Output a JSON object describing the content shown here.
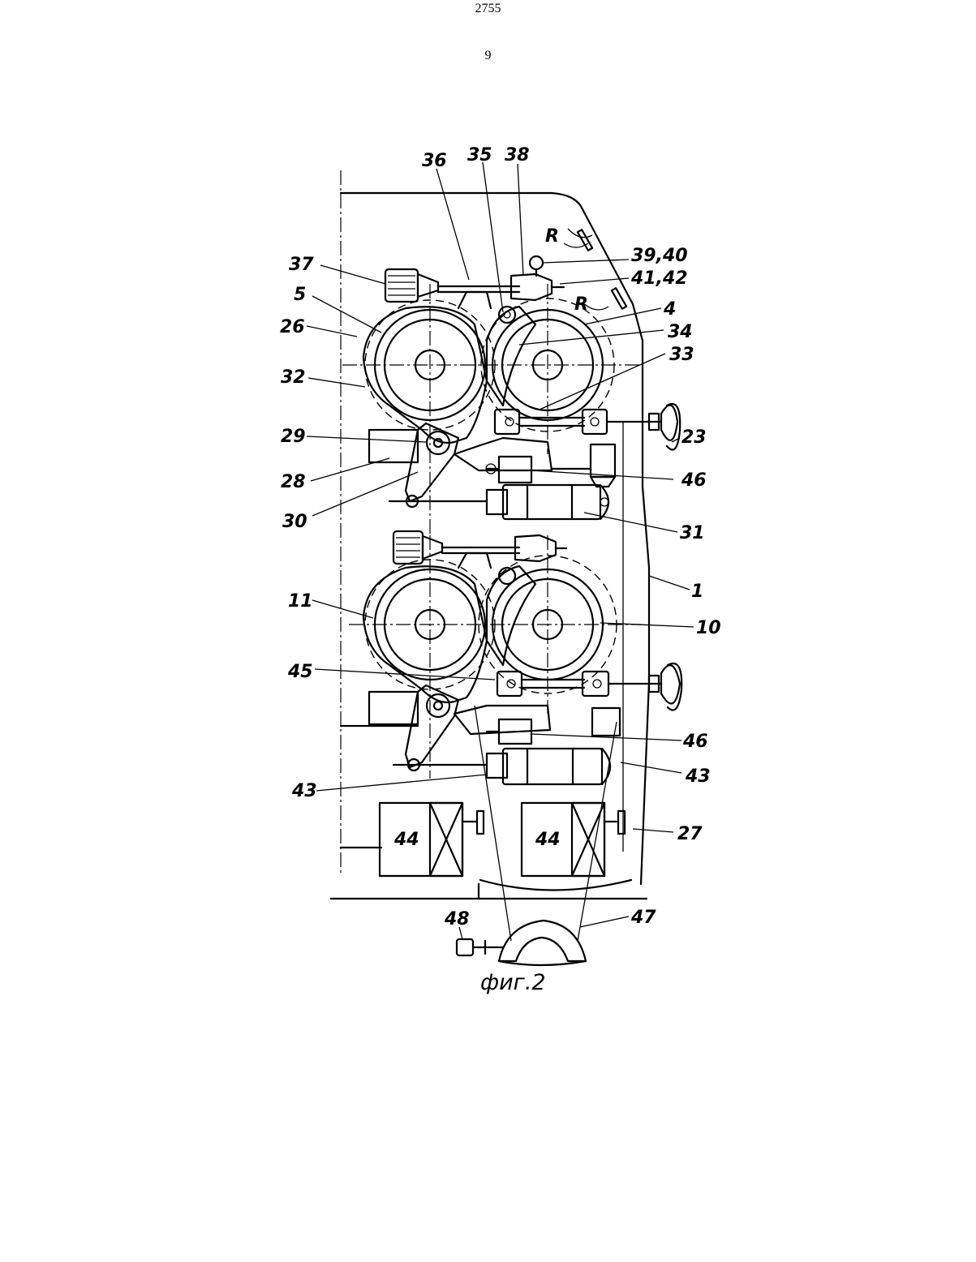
{
  "page": {
    "doc_number": "2755",
    "page_number": "9"
  },
  "figure": {
    "caption": "фиг.2",
    "labels": {
      "l36": "36",
      "l35": "35",
      "l38": "38",
      "l3940": "39,40",
      "l4142": "41,42",
      "l37": "37",
      "l5": "5",
      "l26": "26",
      "l4": "4",
      "l34": "34",
      "l33": "33",
      "l32": "32",
      "l29": "29",
      "l23": "23",
      "l28": "28",
      "l46a": "46",
      "l30": "30",
      "l31": "31",
      "l1": "1",
      "l11": "11",
      "l10": "10",
      "l45": "45",
      "l46b": "46",
      "l43a": "43",
      "l43b": "43",
      "l44a": "44",
      "l44b": "44",
      "l27": "27",
      "l48": "48",
      "l47": "47",
      "rA": "R",
      "rB": "R"
    }
  }
}
